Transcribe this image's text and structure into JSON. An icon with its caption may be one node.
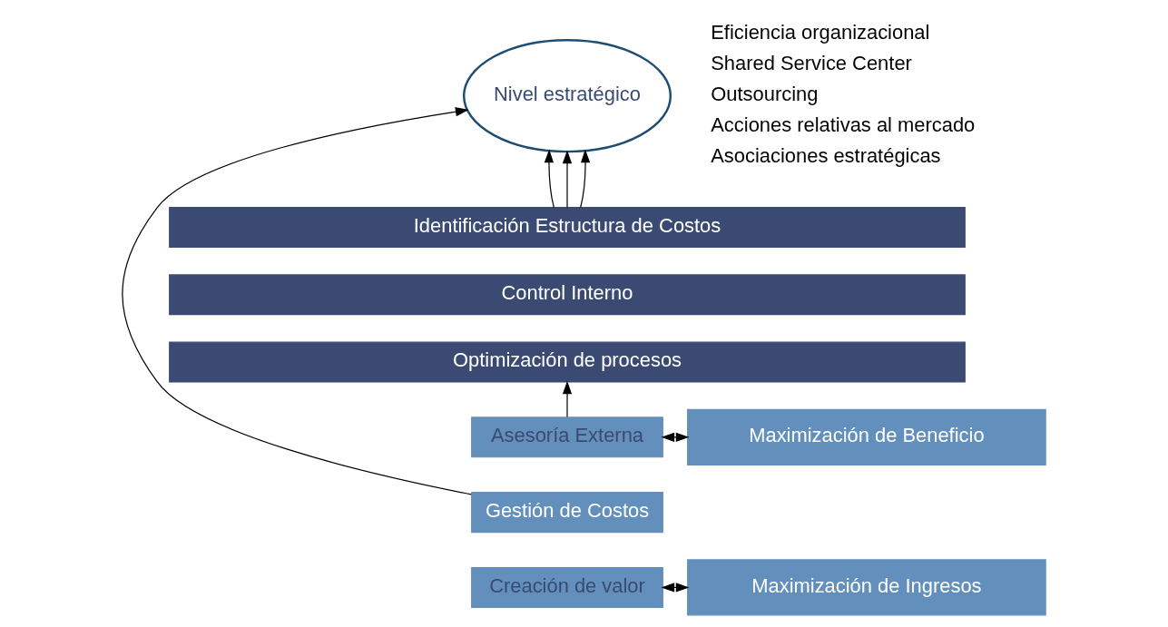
{
  "diagram": {
    "nodes": [
      {
        "text": [
          "Nivel estratégico"
        ]
      },
      {
        "text": [
          "Identificación Estructura de Costos"
        ]
      },
      {
        "text": [
          "Control Interno"
        ]
      },
      {
        "text": [
          "Optimización de procesos"
        ]
      },
      {
        "text": [
          "Asesoría Externa"
        ]
      },
      {
        "text": [
          "Gestión de Costos"
        ]
      },
      {
        "text": [
          "Creación de valor"
        ]
      },
      {
        "text": [
          "Maximización de Beneficio"
        ]
      },
      {
        "text": [
          "Maximización de Ingresos"
        ]
      }
    ],
    "edges": [
      {
        "from": 1,
        "to": 0,
        "arrow": "to"
      },
      {
        "from": 1,
        "to": 0,
        "arrow": "to"
      },
      {
        "from": 1,
        "to": 0,
        "arrow": "to"
      },
      {
        "from": 4,
        "to": 3,
        "arrow": "to"
      },
      {
        "from": 5,
        "to": 0,
        "arrow": "to"
      },
      {
        "from": 4,
        "to": 7,
        "arrow": "both"
      },
      {
        "from": 6,
        "to": 8,
        "arrow": "both"
      }
    ],
    "labels": [
      "Eficiencia organizacional",
      "Shared Service Center",
      "Outsourcing",
      "Acciones relativas al mercado",
      "Asociaciones estratégicas"
    ]
  }
}
